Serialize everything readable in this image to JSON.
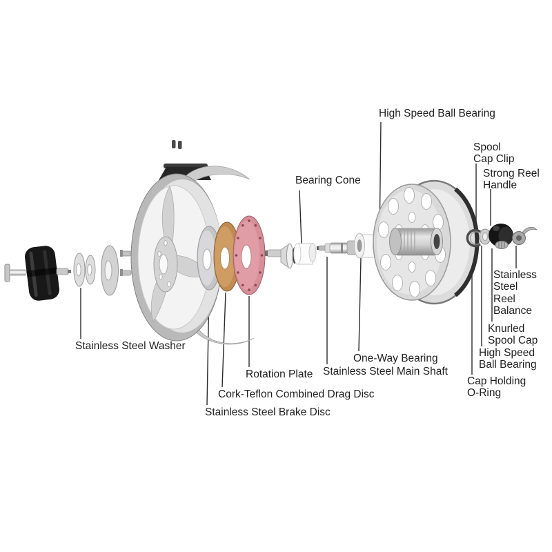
{
  "diagram": {
    "type": "exploded-parts-diagram",
    "subject": "fly fishing reel",
    "labels": {
      "high_speed_ball_bearing_top": "High Speed Ball Bearing",
      "spool_cap_clip": "Spool Cap Clip",
      "strong_reel_handle": "Strong Reel Handle",
      "bearing_cone": "Bearing Cone",
      "stainless_steel_washer": "Stainless Steel Washer",
      "one_way_bearing": "One-Way Bearing",
      "stainless_steel_main_shaft": "Stainless Steel Main Shaft",
      "rotation_plate": "Rotation Plate",
      "cork_teflon_drag_disc": "Cork-Teflon Combined Drag Disc",
      "stainless_steel_brake_disc": "Stainless Steel Brake Disc",
      "stainless_steel_reel_balance": "Stainless Steel Reel Balance",
      "knurled_spool_cap": "Knurled Spool Cap",
      "high_speed_ball_bearing_right": "High Speed Ball Bearing",
      "cap_holding_o_ring": "Cap Holding O-Ring"
    },
    "colors": {
      "background": "#ffffff",
      "label_text": "#1f1f1f",
      "leader_line": "#2b2b2b",
      "metal_silver": "#cfcfcf",
      "cork_drag_disc": "#c08a52",
      "rotation_plate_pink": "#d88e97",
      "knob_black": "#181818",
      "bearing_white": "#fbfbfb"
    }
  }
}
